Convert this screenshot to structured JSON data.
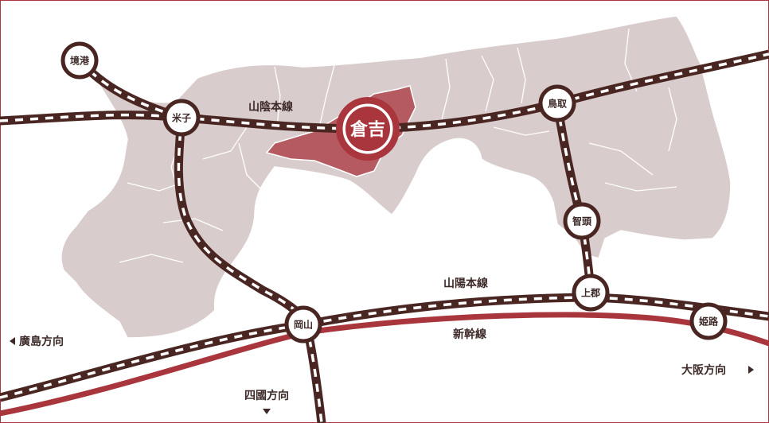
{
  "colors": {
    "region_fill": "#d9cccc",
    "highlight_fill": "#b45a60",
    "rail_dark": "#4a2623",
    "rail_stripe": "#ffffff",
    "shinkansen": "#a8363c",
    "station_ring": "#4a2623",
    "highlight_ring": "#a8363c",
    "text": "#3d2a28"
  },
  "stations": {
    "sakaiminato": "境港",
    "yonago": "米子",
    "kurayoshi": "倉吉",
    "tottori": "鳥取",
    "chizu": "智頭",
    "kamigori": "上郡",
    "okayama": "岡山",
    "himeji": "姫路"
  },
  "lines": {
    "sanin": "山陰本線",
    "sanyo": "山陽本線",
    "shinkansen": "新幹線"
  },
  "directions": {
    "hiroshima": "廣島方向",
    "shikoku": "四國方向",
    "osaka": "大阪方向"
  },
  "icons": {
    "left": "triangle-left-icon",
    "down": "triangle-down-icon",
    "right": "triangle-right-icon"
  }
}
